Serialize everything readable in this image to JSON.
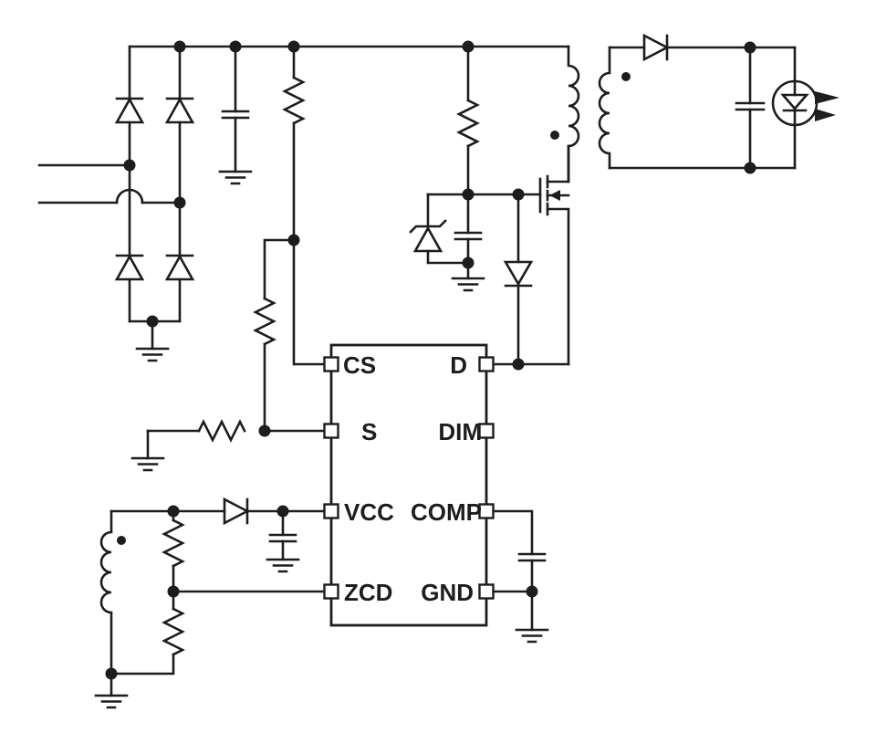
{
  "schematic": {
    "kind": "circuit-schematic",
    "ic": {
      "pins": {
        "left": [
          {
            "label": "CS"
          },
          {
            "label": "S"
          },
          {
            "label": "VCC"
          },
          {
            "label": "ZCD"
          }
        ],
        "right": [
          {
            "label": "D"
          },
          {
            "label": "DIM"
          },
          {
            "label": "COMP"
          },
          {
            "label": "GND"
          }
        ]
      }
    },
    "colors": {
      "line": "#1d1d1d",
      "background": "#ffffff"
    }
  }
}
